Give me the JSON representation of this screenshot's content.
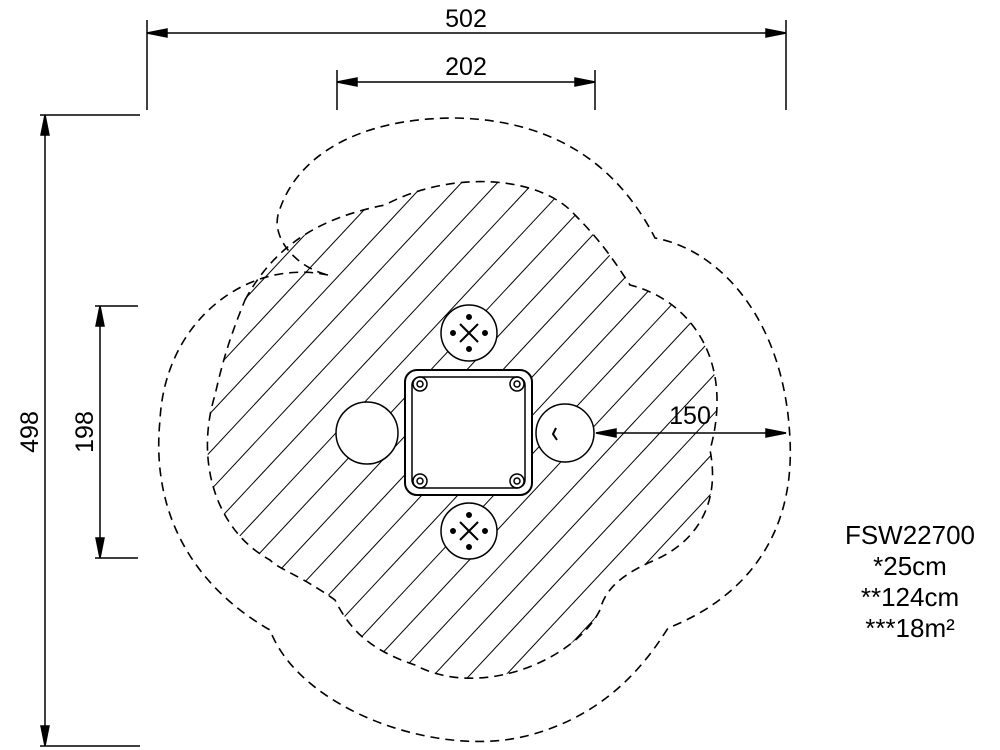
{
  "dimensions": {
    "overall_width": "502",
    "inner_width": "202",
    "overall_height": "498",
    "inner_height": "198",
    "clearance": "150"
  },
  "spec": {
    "code": "FSW22700",
    "fall_height": "*25cm",
    "max_height": "**124cm",
    "area": "***18m²"
  }
}
